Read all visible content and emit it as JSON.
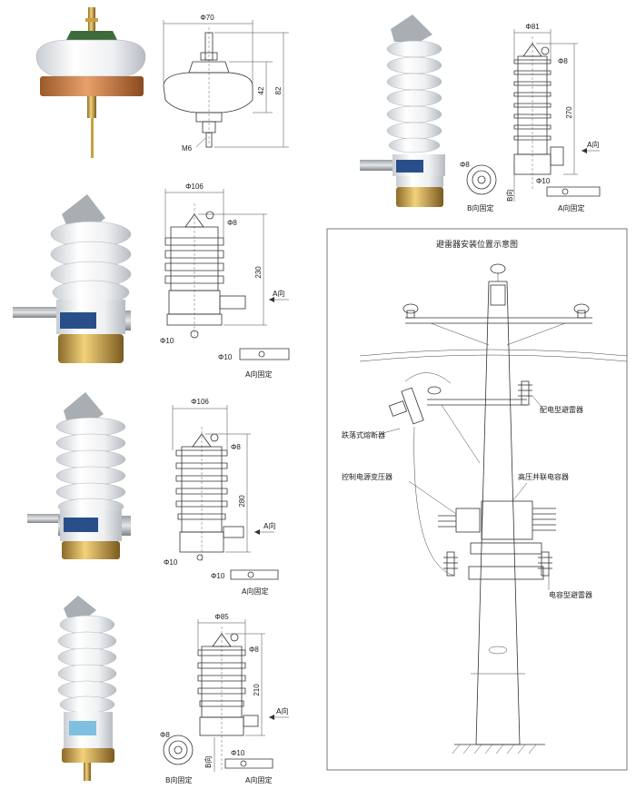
{
  "product_1": {
    "dims": {
      "width": "Φ70",
      "h1": "42",
      "h2": "82",
      "thread": "M6"
    }
  },
  "product_2": {
    "dims": {
      "width": "Φ106",
      "top": "Φ8",
      "height": "230",
      "hole1": "Φ10",
      "hole2": "Φ10"
    },
    "labels": {
      "dir_a": "A向",
      "fix_a": "A向固定"
    }
  },
  "product_3": {
    "dims": {
      "width": "Φ106",
      "top": "Φ8",
      "height": "280",
      "hole1": "Φ10",
      "hole2": "Φ10"
    },
    "labels": {
      "dir_a": "A向",
      "fix_a": "A向固定"
    }
  },
  "product_4": {
    "dims": {
      "width": "Φ85",
      "top": "Φ8",
      "height": "210",
      "hole_b": "Φ8",
      "hole_a": "Φ10"
    },
    "labels": {
      "dir_a": "A向",
      "dir_b": "B向",
      "fix_a": "A向固定",
      "fix_b": "B向固定"
    }
  },
  "product_5": {
    "dims": {
      "width": "Φ81",
      "top": "Φ8",
      "height": "270",
      "hole_b": "Φ8",
      "hole_a": "Φ10"
    },
    "labels": {
      "dir_a": "A向",
      "dir_b": "B向",
      "fix_a": "A向固定",
      "fix_b": "B向固定"
    }
  },
  "install": {
    "title": "避雷器安装位置示意图",
    "labels": {
      "distribution_arrester": "配电型避雷器",
      "drop_fuse": "跌落式熔断器",
      "control_transformer": "控制电源变压器",
      "hv_capacitor": "高压并联电容器",
      "capacitor_arrester": "电容型避雷器"
    }
  }
}
